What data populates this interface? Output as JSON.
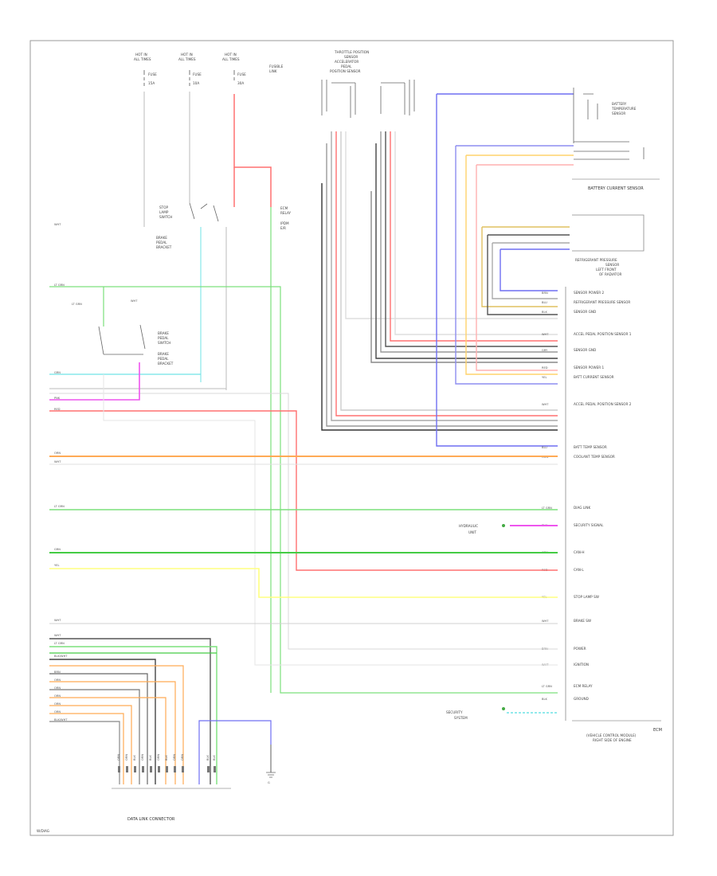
{
  "fuses": [
    {
      "line1": "HOT IN",
      "line2": "ALL TIMES",
      "fuse": "FUSE",
      "amp": "15A"
    },
    {
      "line1": "HOT IN",
      "line2": "ALL TIMES",
      "fuse": "FUSE",
      "amp": "10A"
    },
    {
      "line1": "HOT IN",
      "line2": "ALL TIMES",
      "fuse": "FUSE",
      "amp": "30A"
    }
  ],
  "top_labels": {
    "fusible_link": [
      "FUSIBLE",
      "LINK"
    ],
    "throttle_sensor": [
      "THROTTLE POSITION",
      "SENSOR",
      "ACCELERATOR",
      "PEDAL",
      "POSITION SENSOR"
    ]
  },
  "components": {
    "stop_lamp_switch": [
      "STOP",
      "LAMP",
      "SWITCH",
      "BRAKE",
      "PEDAL",
      "BRACKET"
    ],
    "brake_switch": [
      "BRAKE",
      "PEDAL",
      "SWITCH",
      "BRAKE",
      "PEDAL",
      "BRACKET"
    ],
    "ecm_relay": [
      "ECM",
      "RELAY",
      "IPDM",
      "E/R"
    ],
    "battery_temp_sensor": [
      "BATTERY",
      "TEMPERATURE",
      "SENSOR"
    ],
    "battery_current_sensor": "BATTERY CURRENT SENSOR",
    "refrigerant_sensor": [
      "REFRIGERANT PRESSURE",
      "SENSOR",
      "LEFT FRONT",
      "OF RADIATOR"
    ],
    "ecm_name": [
      "ECM",
      "(VEHICLE CONTROL MODULE)",
      "RIGHT SIDE OF ENGINE"
    ],
    "data_connector": "DATA LINK CONNECTOR",
    "hydraulic_unit": [
      "HYDRAULIC",
      "UNIT"
    ],
    "security_unit": [
      "SECURITY",
      "SYSTEM"
    ],
    "footer": "W/DIAG"
  },
  "ecm_pins": [
    {
      "label": "SENSOR POWER 2",
      "wire": "BRN"
    },
    {
      "label": "REFRIGERANT PRESSURE SENSOR",
      "wire": "BLU"
    },
    {
      "label": "SENSOR GND",
      "wire": "BLK"
    },
    {
      "label": "ACCEL PEDAL POSITION SENSOR 1",
      "wire": "WHT"
    },
    {
      "label": "SENSOR GND",
      "wire": "GRY"
    },
    {
      "label": "SENSOR POWER 1",
      "wire": "RED"
    },
    {
      "label": "BATT CURRENT SENSOR",
      "wire": "YEL"
    },
    {
      "label": "ACCEL PEDAL POSITION SENSOR 2",
      "wire": "WHT"
    },
    {
      "label": "BATT TEMP SENSOR",
      "wire": "BLU"
    },
    {
      "label": "COOLANT TEMP SENSOR",
      "wire": "ORN"
    },
    {
      "label": "DIAG LINK",
      "wire": "LT GRN"
    },
    {
      "label": "SECURITY SIGNAL",
      "wire": "PNK"
    },
    {
      "label": "CAN-H",
      "wire": "GRN"
    },
    {
      "label": "CAN-L",
      "wire": "RED"
    },
    {
      "label": "STOP LAMP SW",
      "wire": "YEL"
    },
    {
      "label": "BRAKE SW",
      "wire": "WHT"
    },
    {
      "label": "POWER",
      "wire": "BRN"
    },
    {
      "label": "IGNITION",
      "wire": "WHT"
    },
    {
      "label": "ECM RELAY",
      "wire": "LT GRN"
    },
    {
      "label": "GROUND",
      "wire": "BLK"
    }
  ],
  "left_wires": [
    "WHT",
    "LT GRN",
    "LT GRN",
    "WHT",
    "GRN",
    "PNK",
    "RED",
    "ORN",
    "WHT",
    "LT GRN",
    "GRN",
    "YEL",
    "WHT",
    "WHT",
    "LT GRN",
    "BLK/WHT",
    "BRN",
    "ORN",
    "ORN",
    "ORN",
    "ORN",
    "ORN",
    "BLK/WHT"
  ],
  "connector_wires": [
    "ORN",
    "ORN",
    "BLK",
    "ORN",
    "BLK",
    "ORN",
    "BLK",
    "ORN",
    "ORN",
    "BLK",
    "BLK"
  ],
  "ground_label": "G"
}
